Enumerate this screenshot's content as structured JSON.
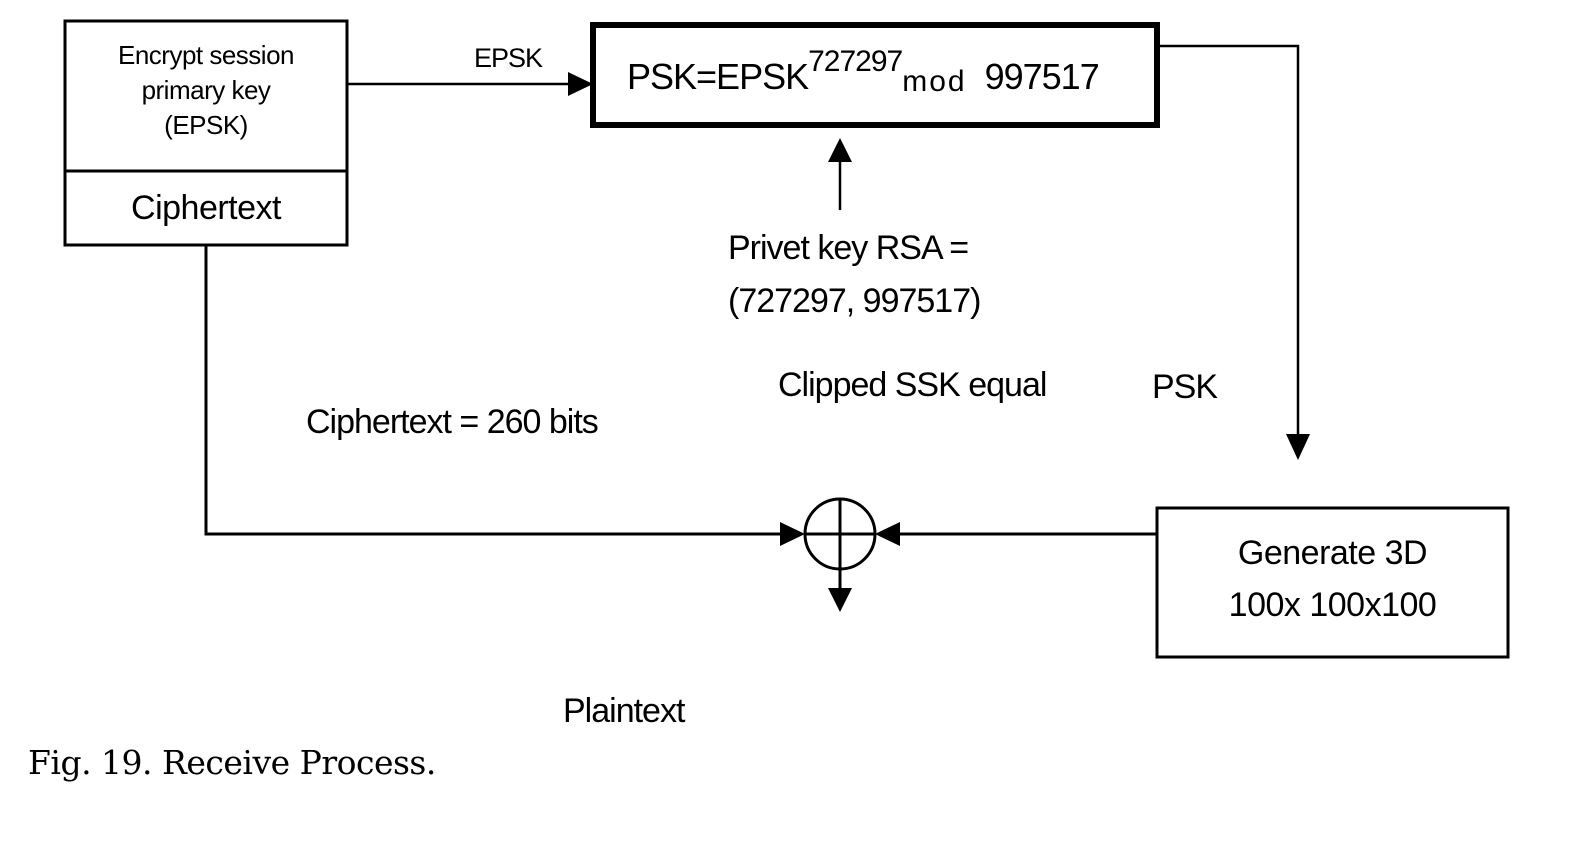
{
  "figure": {
    "caption": "Fig. 19. Receive Process.",
    "colors": {
      "line": "#000000",
      "background": "#ffffff"
    }
  },
  "nodes": {
    "epsk_box": {
      "title": "Encrypt session primary key (EPSK)",
      "lines": [
        "Encrypt session",
        "primary key",
        "(EPSK)"
      ]
    },
    "ciphertext_box": {
      "label": "Ciphertext"
    },
    "psk_formula_box": {
      "lhs": "PSK=EPSK",
      "exponent": "727297",
      "mod": "mod",
      "modulus": "997517"
    },
    "generate_box": {
      "lines": [
        "Generate 3D",
        "100x 100x100"
      ]
    },
    "xor_node": {
      "symbol": "xor-circle"
    }
  },
  "labels": {
    "epsk_edge": "EPSK",
    "private_key_line1": "Privet key RSA =",
    "private_key_line2": "(727297, 997517)",
    "clipped_ssk": "Clipped SSK equal",
    "psk_edge": "PSK",
    "ciphertext_bits": "Ciphertext = 260 bits",
    "plaintext": "Plaintext"
  },
  "edges": [
    {
      "from": "epsk_box",
      "to": "psk_formula_box",
      "label": "EPSK"
    },
    {
      "from": "private_key",
      "to": "psk_formula_box"
    },
    {
      "from": "psk_formula_box",
      "to": "generate_box",
      "label": "PSK"
    },
    {
      "from": "ciphertext_box",
      "to": "xor_node"
    },
    {
      "from": "generate_box",
      "to": "xor_node"
    },
    {
      "from": "xor_node",
      "to": "plaintext"
    }
  ]
}
